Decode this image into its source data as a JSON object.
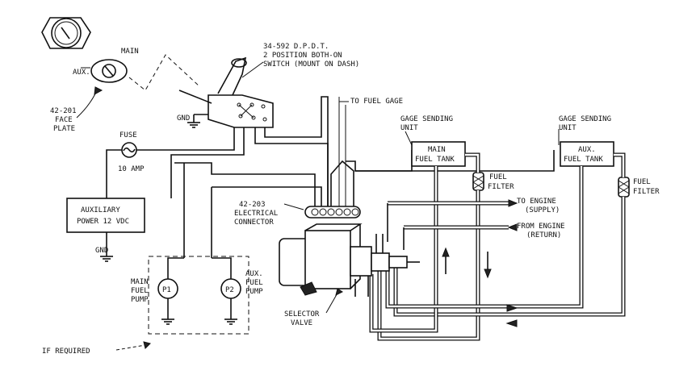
{
  "labels": {
    "switch_lines": [
      "34-592 D.P.D.T.",
      "2 POSITION BOTH-ON",
      "SWITCH (MOUNT ON DASH)"
    ],
    "main": "MAIN",
    "aux": "AUX.",
    "face_plate": [
      "42-201",
      "FACE",
      "PLATE"
    ],
    "gnd": "GND",
    "to_fuel_gage": "TO FUEL GAGE",
    "gage_sending_main": [
      "GAGE SENDING",
      "UNIT"
    ],
    "gage_sending_aux": [
      "GAGE SENDING",
      "UNIT"
    ],
    "main_fuel_tank": [
      "MAIN",
      "FUEL TANK"
    ],
    "aux_fuel_tank": [
      "AUX.",
      "FUEL TANK"
    ],
    "fuel_filter_1": [
      "FUEL",
      "FILTER"
    ],
    "fuel_filter_2": [
      "FUEL",
      "FILTER"
    ],
    "fuse": "FUSE",
    "amp": "10 AMP",
    "aux_power": [
      "AUXILIARY",
      "POWER 12 VDC"
    ],
    "connector": [
      "42-203",
      "ELECTRICAL",
      "CONNECTOR"
    ],
    "to_engine": [
      "TO ENGINE",
      "(SUPPLY)"
    ],
    "from_engine": [
      "FROM ENGINE",
      "(RETURN)"
    ],
    "main_fuel_pump": [
      "MAIN",
      "FUEL",
      "PUMP"
    ],
    "aux_fuel_pump": [
      "AUX.",
      "FUEL",
      "PUMP"
    ],
    "p1": "P1",
    "p2": "P2",
    "selector_valve": [
      "SELECTOR",
      "VALVE"
    ],
    "if_required": "IF REQUIRED"
  }
}
